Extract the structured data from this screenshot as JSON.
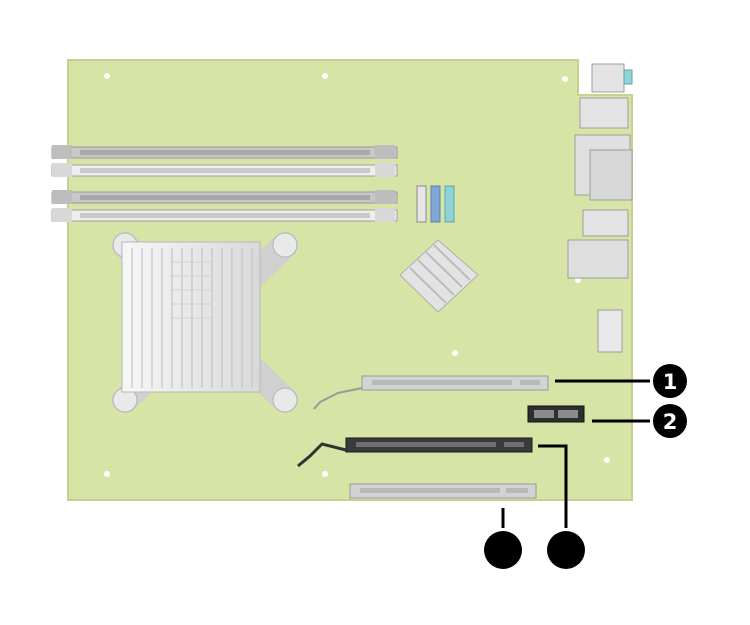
{
  "figure": {
    "colors": {
      "board": "#d6e4a6",
      "board_edge": "#c3d290",
      "slot_light": "#c9c9c9",
      "slot_dark": "#3a3a3a",
      "heatsink": "#ececec",
      "port": "#dcdcdc",
      "callout": "#000000",
      "sata_blue": "#7ea7d6",
      "sata_teal": "#8fd3d6"
    },
    "callouts": [
      {
        "id": "1",
        "label": "1",
        "target": "pcie-x1-slot-top"
      },
      {
        "id": "2",
        "label": "2",
        "target": "pcie-x1-connector-small"
      },
      {
        "id": "3",
        "label": "",
        "target": "pcie-x16-slot"
      },
      {
        "id": "4",
        "label": "",
        "target": "pci-slot-bottom"
      }
    ]
  }
}
